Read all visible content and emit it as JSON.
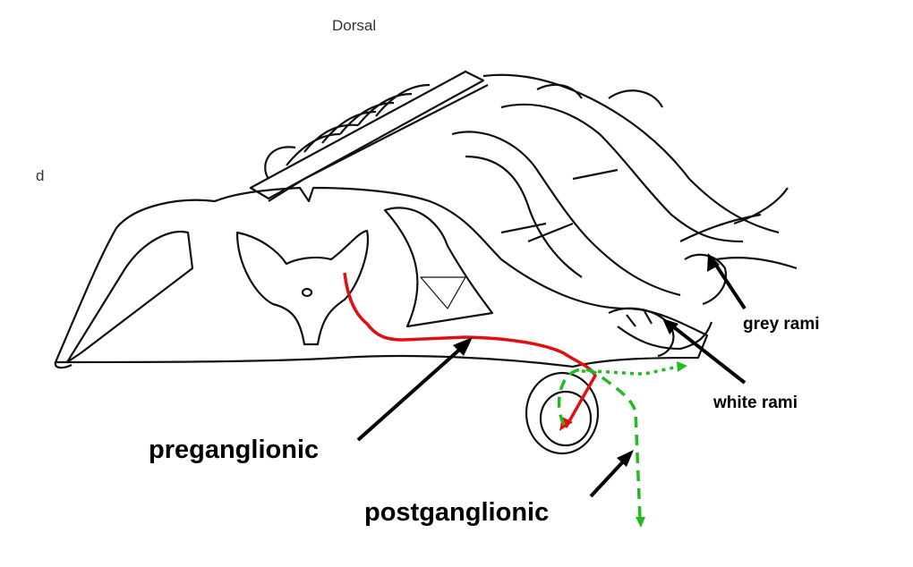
{
  "labels": {
    "dorsal": "Dorsal",
    "panel": "d",
    "grey_rami": "grey rami",
    "white_rami": "white rami",
    "preganglionic": "preganglionic",
    "postganglionic": "postganglionic"
  },
  "colors": {
    "preganglionic": "#e01010",
    "postganglionic": "#22bb22",
    "outline": "#111111"
  }
}
